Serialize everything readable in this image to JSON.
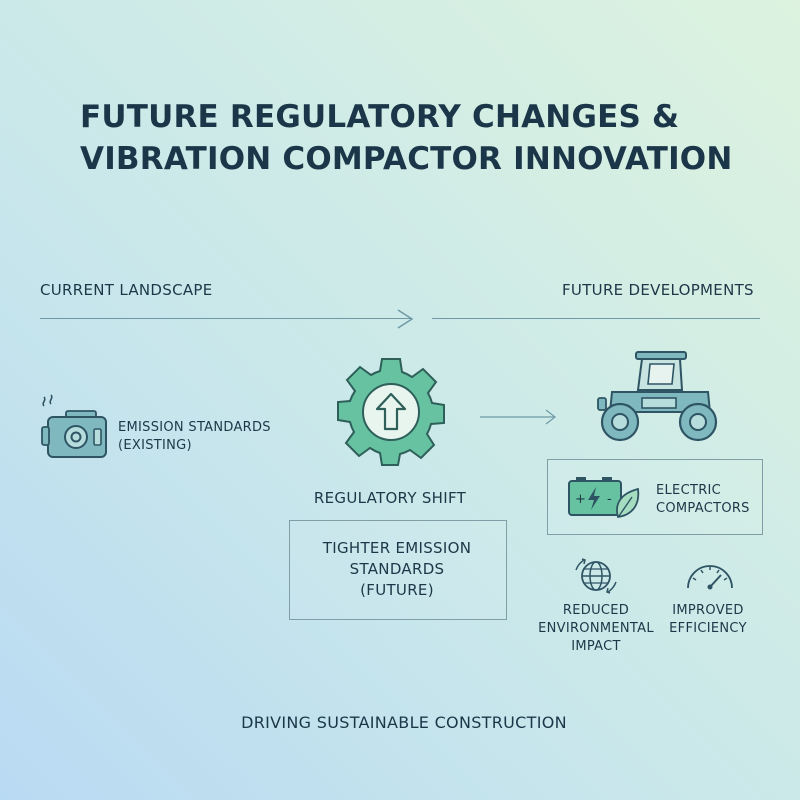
{
  "title": {
    "line1": "FUTURE REGULATORY CHANGES &",
    "line2": "VIBRATION COMPACTOR INNOVATION"
  },
  "sections": {
    "current": "CURRENT LANDSCAPE",
    "future": "FUTURE DEVELOPMENTS"
  },
  "current_item": {
    "line1": "EMISSION STANDARDS",
    "line2": "(EXISTING)",
    "icon": "engine-icon"
  },
  "regulatory": {
    "label": "REGULATORY SHIFT",
    "box_line1": "TIGHTER EMISSION",
    "box_line2": "STANDARDS",
    "box_line3": "(FUTURE)",
    "icon": "gear-up-arrow-icon"
  },
  "future_item": {
    "icon": "compactor-roller-icon",
    "box_line1": "ELECTRIC",
    "box_line2": "COMPACTORS",
    "box_icon": "battery-leaf-icon"
  },
  "benefits": [
    {
      "line1": "REDUCED",
      "line2": "ENVIRONMENTAL",
      "line3": "IMPACT",
      "icon": "globe-icon"
    },
    {
      "line1": "IMPROVED",
      "line2": "EFFICIENCY",
      "icon": "speedometer-icon"
    }
  ],
  "footer": "DRIVING SUSTAINABLE CONSTRUCTION",
  "colors": {
    "accent_green": "#66c2a0",
    "accent_teal": "#7fb9bf",
    "dark_navy": "#1c3747",
    "line": "#6d9aa6"
  }
}
